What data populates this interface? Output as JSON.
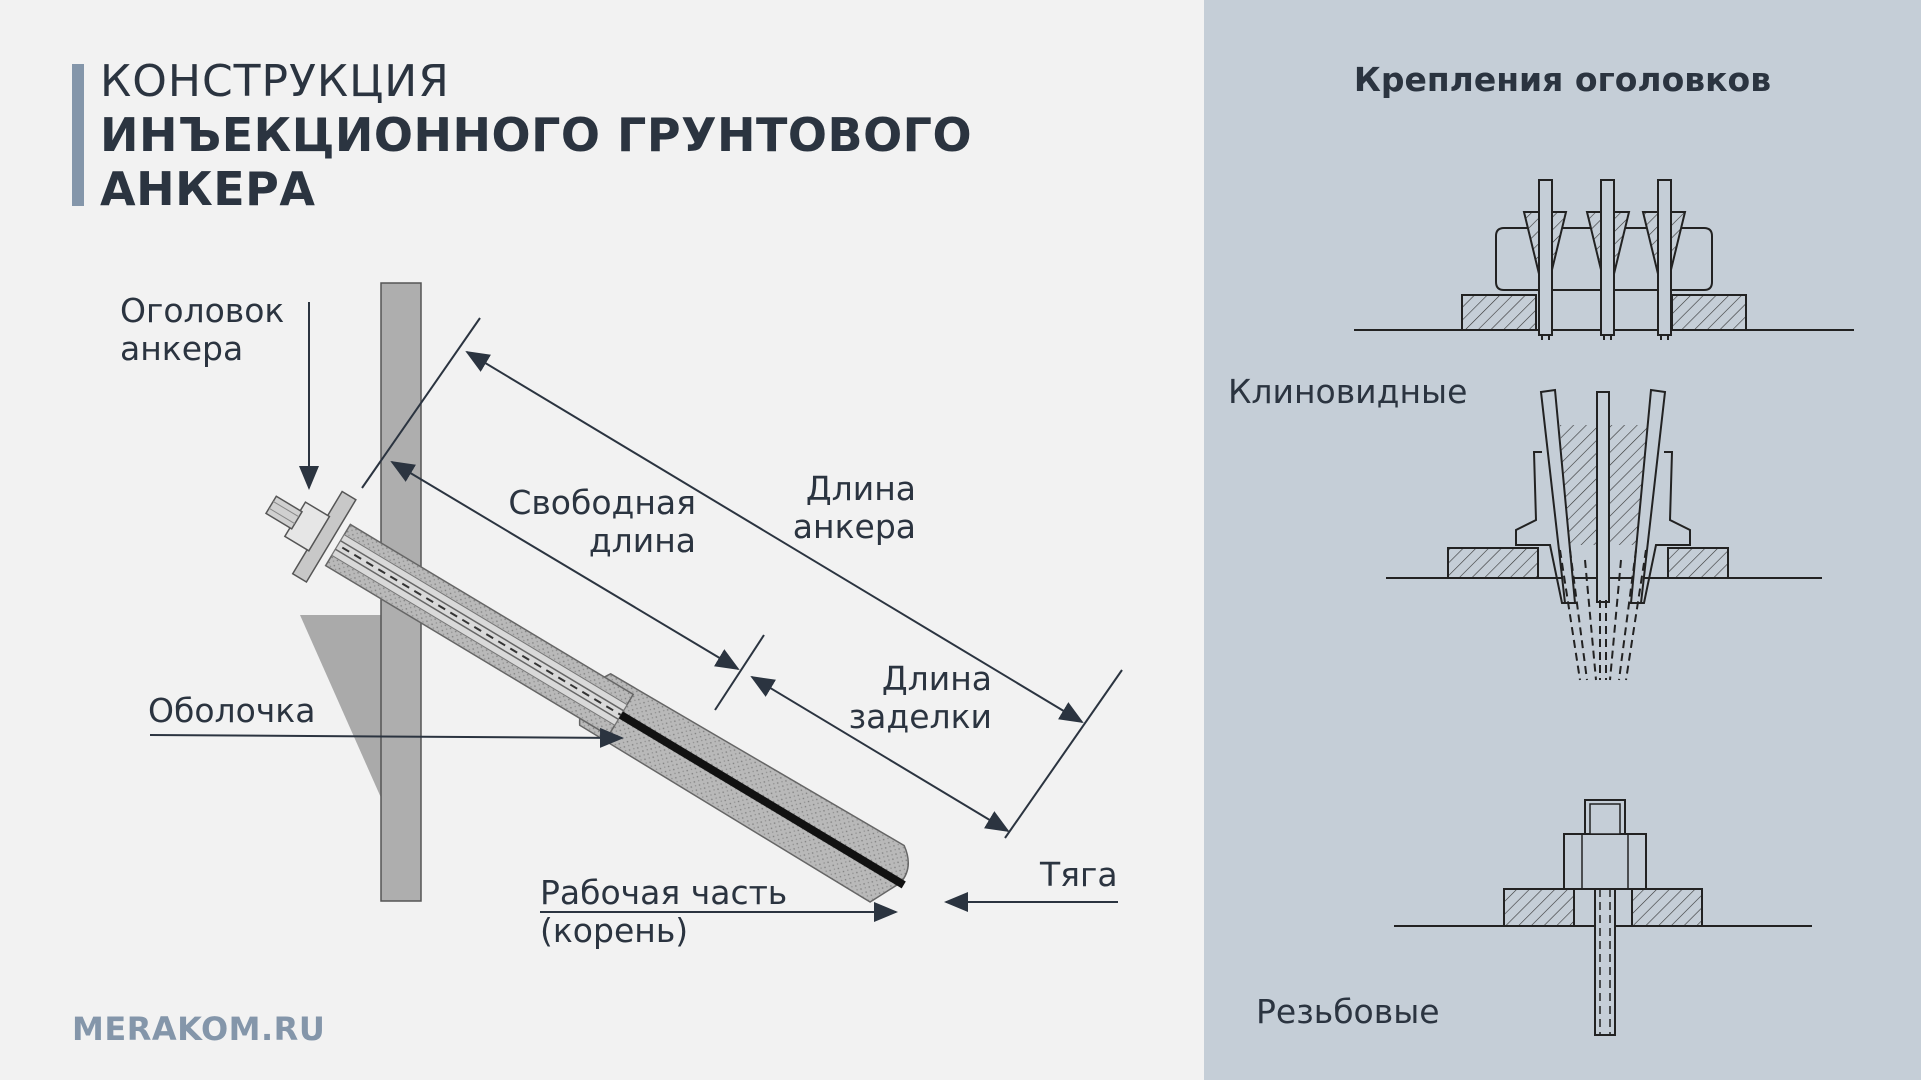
{
  "title": {
    "line1": "КОНСТРУКЦИЯ",
    "line2": "ИНЪЕКЦИОННОГО ГРУНТОВОГО",
    "line3": "АНКЕРА"
  },
  "labels": {
    "head_1": "Оголовок",
    "head_2": "анкера",
    "free_1": "Свободная",
    "free_2": "длина",
    "anchor_len_1": "Длина",
    "anchor_len_2": "анкера",
    "embed_1": "Длина",
    "embed_2": "заделки",
    "shell": "Оболочка",
    "rod": "Тяга",
    "work_1": "Рабочая часть",
    "work_2": "(корень)"
  },
  "site": "MERAKOM.RU",
  "right": {
    "title": "Крепления оголовков",
    "wedge": "Клиновидные",
    "thread": "Резьбовые"
  },
  "colors": {
    "left_bg": "#f2f2f2",
    "right_bg": "#c5ced7",
    "accent": "#8496aa",
    "text": "#2b3440"
  }
}
